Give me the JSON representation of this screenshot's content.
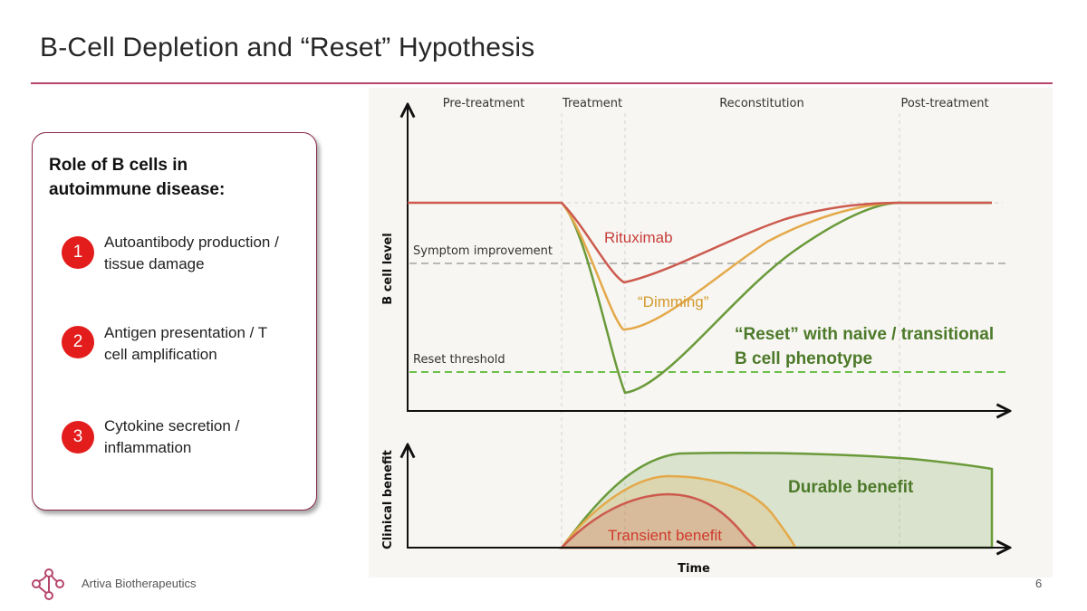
{
  "slide": {
    "title": "B-Cell Depletion and “Reset” Hypothesis",
    "page_number": "6",
    "company": "Artiva Biotherapeutics"
  },
  "card": {
    "heading": "Role of B cells in autoimmune disease:",
    "items": [
      {
        "number": "1",
        "text": "Autoantibody production / tissue damage"
      },
      {
        "number": "2",
        "text": "Antigen presentation / T cell amplification"
      },
      {
        "number": "3",
        "text": "Cytokine secretion / inflammation"
      }
    ]
  },
  "figure": {
    "phases": [
      "Pre-treatment",
      "Treatment",
      "Reconstitution",
      "Post-treatment"
    ],
    "top_panel": {
      "ylabel": "B cell level",
      "symptom_label": "Symptom improvement",
      "reset_label": "Reset threshold",
      "curve_labels": {
        "rituximab": "Rituximab",
        "dimming": "“Dimming”",
        "reset_line1": "“Reset” with naive / transitional",
        "reset_line2": "B cell phenotype"
      }
    },
    "bottom_panel": {
      "ylabel": "Clinical benefit",
      "xlabel": "Time",
      "transient_label": "Transient benefit",
      "durable_label": "Durable benefit"
    },
    "colors": {
      "rituximab": "#cc5a4e",
      "dimming": "#e4a94a",
      "reset": "#6a9a3a",
      "reset_text": "#4d7a2a",
      "symptom_dash": "#b8b8b8",
      "reset_dash": "#6cbf4a"
    }
  }
}
